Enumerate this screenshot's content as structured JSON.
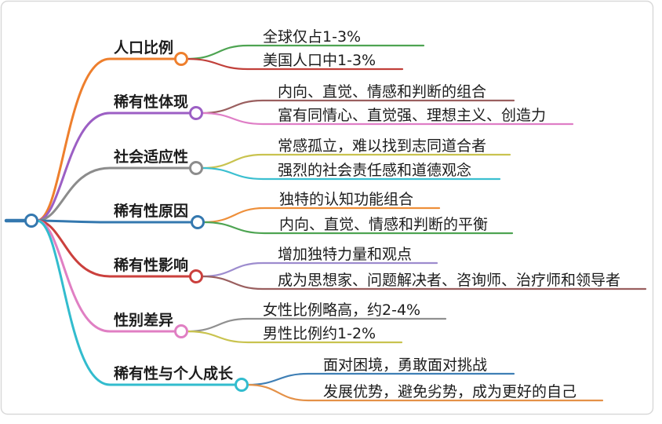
{
  "canvas": {
    "background": "#ffffff",
    "border_color": "#d9d9d9",
    "text_color": "#1c1c1c"
  },
  "root": {
    "color": "#3478af"
  },
  "branches": [
    {
      "label": "人口比例",
      "color": "#ee7f2d",
      "children": [
        {
          "label": "全球仅占1-3%",
          "color": "#4ea452"
        },
        {
          "label": "美国人口中1-3%",
          "color": "#c1403a"
        }
      ]
    },
    {
      "label": "稀有性体现",
      "color": "#9c5fc4",
      "children": [
        {
          "label": "内向、直觉、情感和判断的组合",
          "color": "#9a5f5f"
        },
        {
          "label": "富有同情心、直觉强、理想主义、创造力",
          "color": "#df7ec6"
        }
      ]
    },
    {
      "label": "社会适应性",
      "color": "#8c8c8c",
      "children": [
        {
          "label": "常感孤立，难以找到志同道合者",
          "color": "#c9c34f"
        },
        {
          "label": "强烈的社会责任感和道德观念",
          "color": "#3bbfd0"
        }
      ]
    },
    {
      "label": "稀有性原因",
      "color": "#3478af",
      "children": [
        {
          "label": "独特的认知功能组合",
          "color": "#ee8f3a"
        },
        {
          "label": "内向、直觉、情感和判断的平衡",
          "color": "#4ea452"
        }
      ]
    },
    {
      "label": "稀有性影响",
      "color": "#cb403d",
      "children": [
        {
          "label": "增加独特力量和观点",
          "color": "#9d8cce"
        },
        {
          "label": "成为思想家、问题解决者、咨询师、治疗师和领导者",
          "color": "#9a5f5f"
        }
      ]
    },
    {
      "label": "性别差异",
      "color": "#e07fc3",
      "children": [
        {
          "label": "女性比例略高，约2-4%",
          "color": "#909090"
        },
        {
          "label": "男性比例约1-2%",
          "color": "#c9c34f"
        }
      ]
    },
    {
      "label": "稀有性与个人成长",
      "color": "#32bcce",
      "children": [
        {
          "label": "面对困境，勇敢面对挑战",
          "color": "#3f7fb5"
        },
        {
          "label": "发展优势，避免劣势，成为更好的自己",
          "color": "#e49148"
        }
      ]
    }
  ]
}
